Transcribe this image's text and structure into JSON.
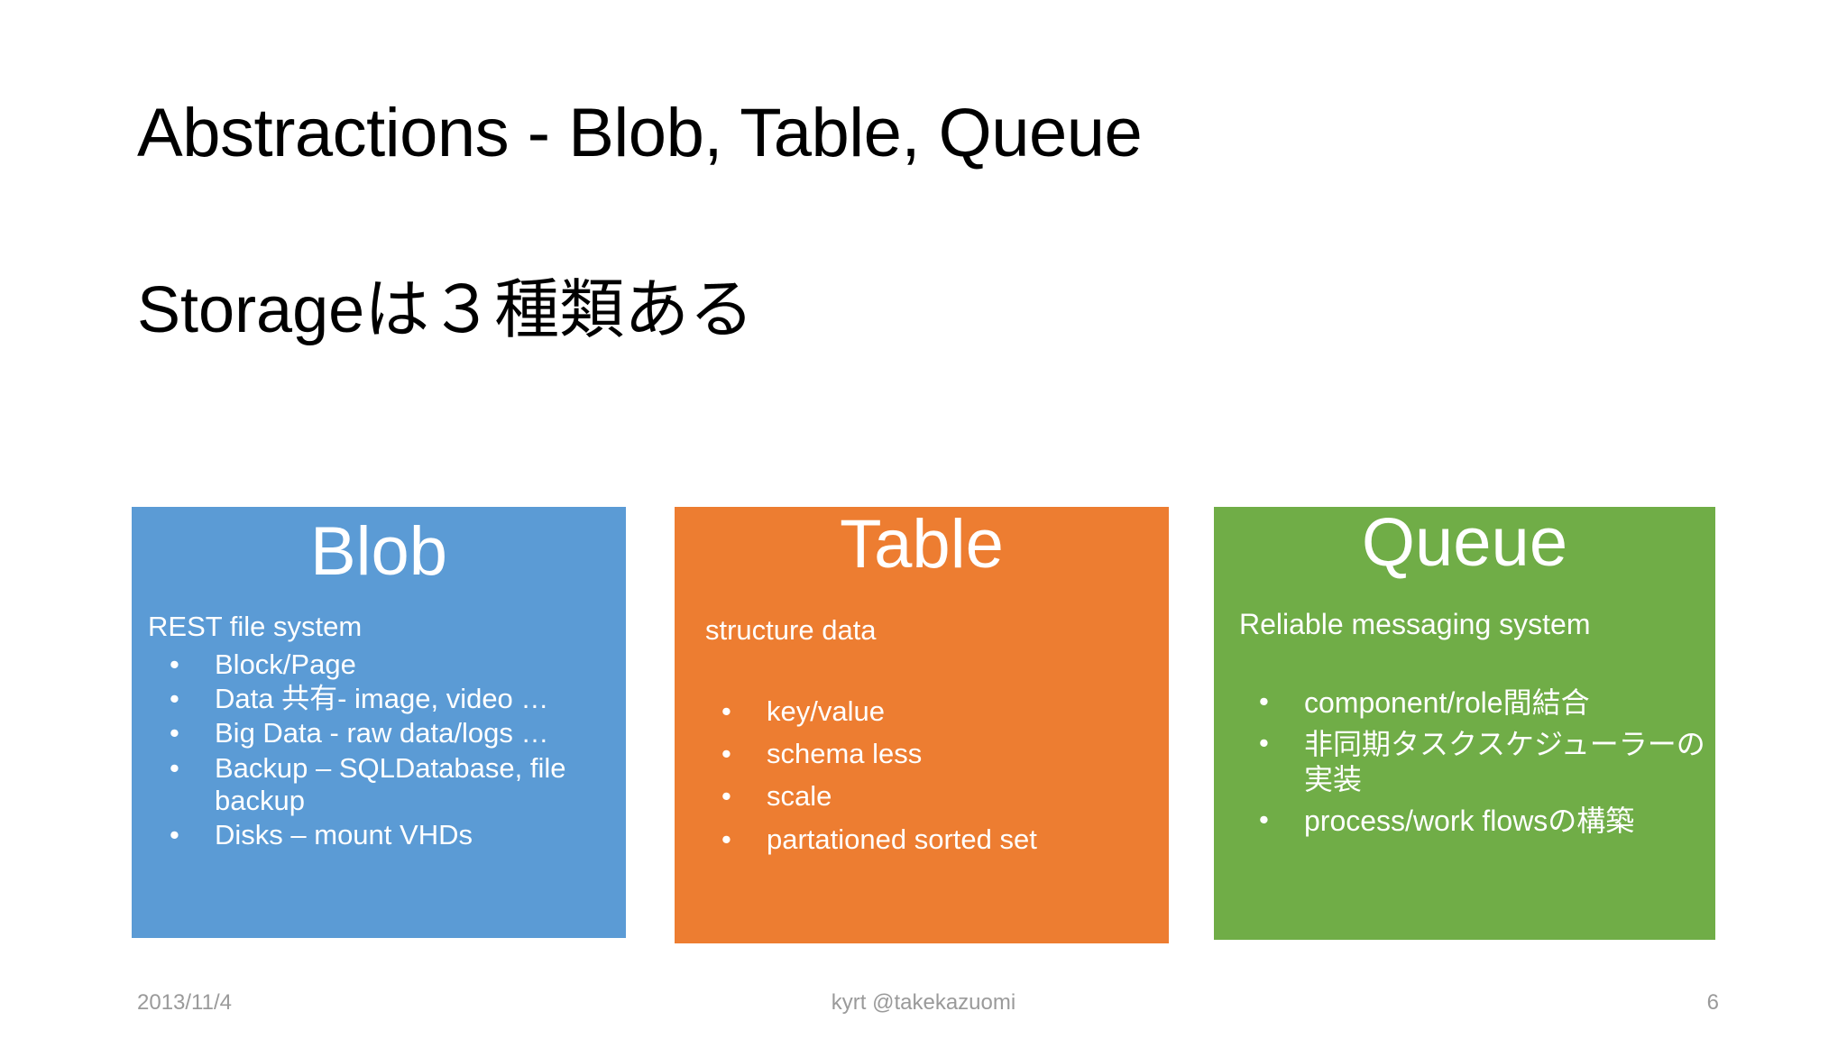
{
  "slide": {
    "title": "Abstractions - Blob, Table, Queue",
    "subtitle": "Storageは３種類ある",
    "background_color": "#FFFFFF"
  },
  "cards": [
    {
      "name": "blob",
      "heading": "Blob",
      "lead": "REST file system",
      "color": "#5B9BD5",
      "bullet_glyph": "•",
      "bullets": [
        "Block/Page",
        "Data 共有- image, video …",
        "Big Data - raw data/logs …",
        "Backup – SQLDatabase, file backup",
        "Disks – mount VHDs"
      ]
    },
    {
      "name": "table",
      "heading": "Table",
      "lead": "structure data",
      "color": "#ED7D31",
      "bullet_glyph": "•",
      "bullets": [
        "key/value",
        "schema less",
        "scale",
        "partationed sorted set"
      ]
    },
    {
      "name": "queue",
      "heading": "Queue",
      "lead": "Reliable messaging system",
      "color": "#70AD47",
      "bullet_glyph": "•",
      "bullets": [
        "component/role間結合",
        "非同期タスクスケジューラーの実装",
        "process/work flowsの構築"
      ]
    }
  ],
  "footer": {
    "date": "2013/11/4",
    "credit": "kyrt @takekazuomi",
    "page_number": "6"
  }
}
